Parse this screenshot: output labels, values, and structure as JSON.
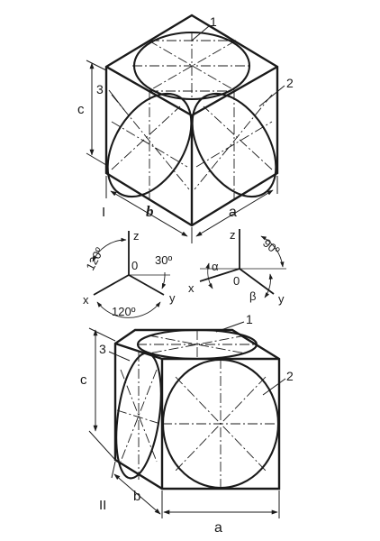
{
  "figure_I": {
    "roman": "I",
    "callouts": {
      "one": "1",
      "two": "2",
      "three": "3"
    },
    "dims": {
      "a": "a",
      "b": "b",
      "c": "c"
    }
  },
  "axes_left": {
    "z": "z",
    "x": "x",
    "y": "y",
    "origin": "0",
    "angle_top": "120º",
    "angle_bottom": "120º",
    "angle_side": "30º"
  },
  "axes_right": {
    "z": "z",
    "x": "x",
    "y": "y",
    "origin": "0",
    "alpha": "α",
    "beta": "β",
    "angle_right": "90º"
  },
  "figure_II": {
    "roman": "II",
    "callouts": {
      "one": "1",
      "two": "2",
      "three": "3"
    },
    "dims": {
      "a": "a",
      "b": "b",
      "c": "c"
    }
  }
}
